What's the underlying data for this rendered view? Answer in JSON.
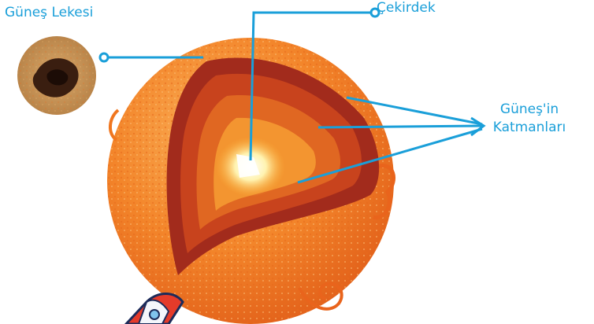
{
  "labels": {
    "sunspot": "Güneş Lekesi",
    "core": "Çekirdek",
    "layers_line1": "Güneş'in",
    "layers_line2": "Katmanları"
  },
  "colors": {
    "label_text": "#1a9fd9",
    "callout_line": "#1a9fd9",
    "sun_surface": "#f07a1e",
    "sun_surface_light": "#f7a04a",
    "layer_outer": "#9e2a1c",
    "layer_middle": "#d7561f",
    "layer_inner": "#f08a2a",
    "core": "#fff7d0"
  },
  "icons": {
    "sunspot_image": "sunspot-photo",
    "rocket": "rocket-icon"
  }
}
